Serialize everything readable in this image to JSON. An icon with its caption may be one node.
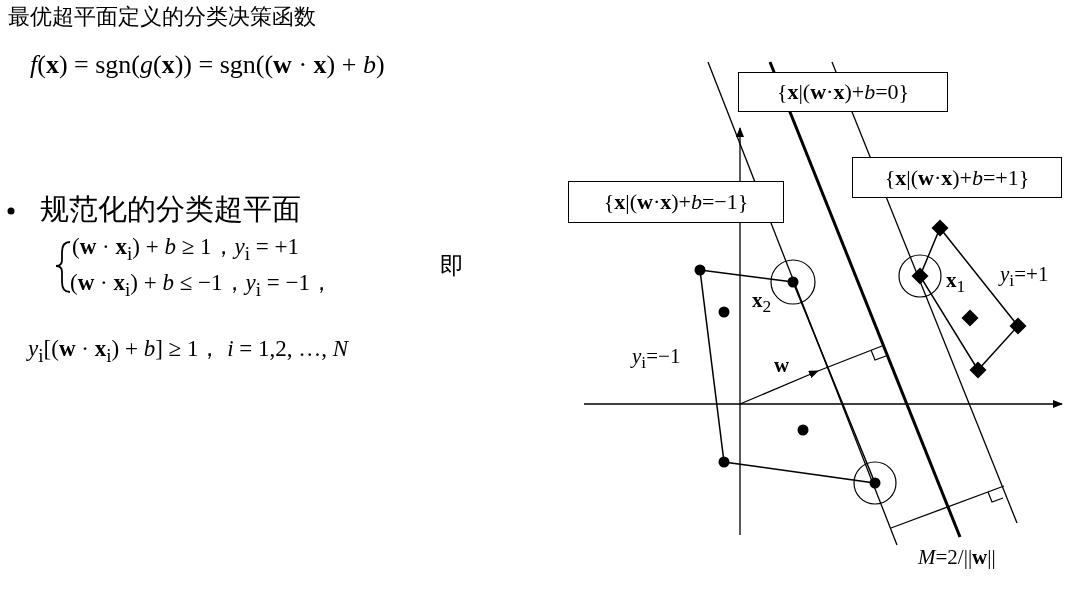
{
  "diagram": {
    "title": "最优超平面定义的分类决策函数",
    "nodes": [
      {
        "text": [
          "{**x**|(**w**·**x**)+*b*=0}"
        ]
      },
      {
        "text": [
          "{**x**|(**w**·**x**)+*b*=+1}"
        ]
      },
      {
        "text": [
          "{**x**|(**w**·**x**)+*b*=−1}"
        ]
      }
    ],
    "labels": [
      "*f*(**x**) = sgn(*g*(**x**)) = sgn((**w** · **x**) + *b*)",
      "规范化的分类超平面",
      "(**w** · **x**$_{i}$) + *b* ≥ 1，*y*$_{i}$ = +1",
      "(**w** · **x**$_{i}$) + *b* ≤ −1，*y*$_{i}$ = −1，",
      "即",
      "*y*$_{i}$[(**w** · **x**$_{i}$) + *b*] ≥ 1，   *i* = 1,2, …, *N*",
      "**x**$_{2}$",
      "**x**$_{1}$",
      "*y*$_{i}$=+1",
      "*y*$_{i}$=−1",
      "**w**",
      "*M*=2/||**w**||"
    ]
  }
}
